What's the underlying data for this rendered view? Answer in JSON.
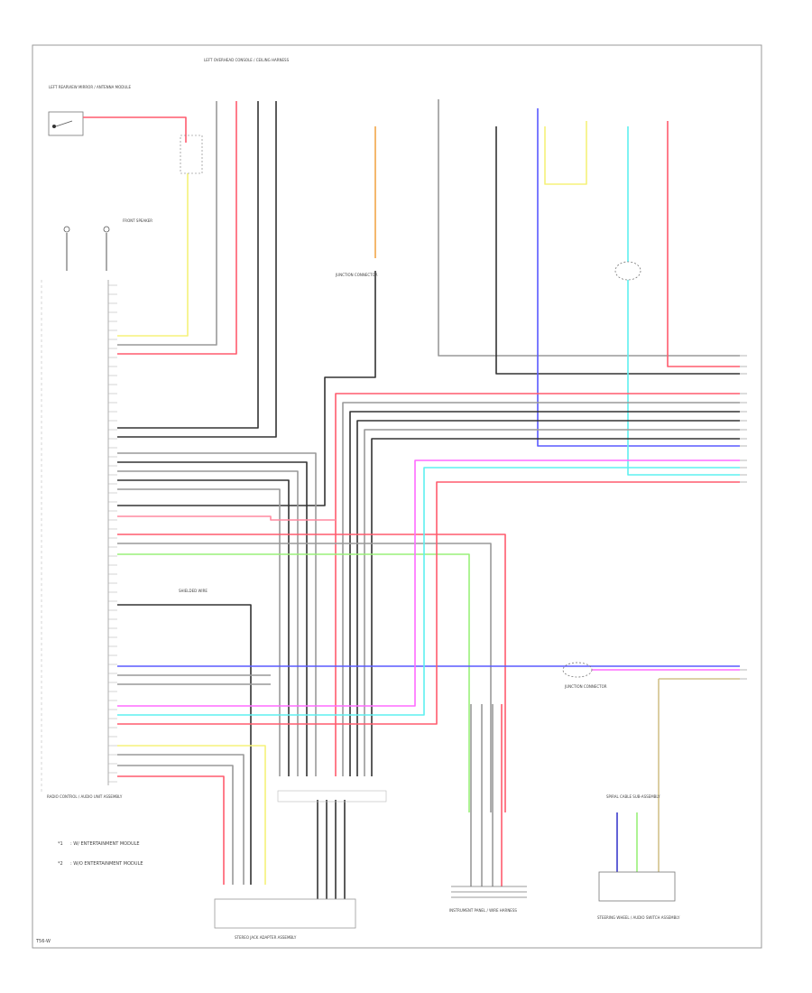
{
  "page": {
    "corner_code": "T56-W"
  },
  "colors": {
    "black": "#333333",
    "gray": "#999999",
    "red": "#ff5b6e",
    "pink": "#ff8aa0",
    "yellow": "#f5f27a",
    "orange": "#f2a64a",
    "blue": "#5a5aff",
    "cyan": "#5ef0f0",
    "magenta": "#ff6bff",
    "green": "#9af07a",
    "tan": "#d2c28a",
    "dark_blue": "#3c3ccc"
  },
  "legend": [
    {
      "marker": "*1",
      "text": ": W/ ENTERTAINMENT MODULE"
    },
    {
      "marker": "*2",
      "text": ": W/O ENTERTAINMENT MODULE"
    }
  ],
  "components": {
    "antenna_module": "LEFT REARVIEW MIRROR / ANTENNA MODULE",
    "harness_top": "LEFT OVERHEAD CONSOLE / CEILING HARNESS",
    "main_unit": "RADIO CONTROL / AUDIO UNIT ASSEMBLY",
    "stereo_jack": "STEREO JACK ADAPTER ASSEMBLY",
    "instrument_panel": "INSTRUMENT PANEL / WIRE HARNESS",
    "steering_switch": "STEERING WHEEL / AUDIO SWITCH ASSEMBLY",
    "junction_1": "JUNCTION CONNECTOR",
    "junction_2": "JUNCTION CONNECTOR",
    "shield_label": "SHIELDED WIRE",
    "spiral_cable": "SPIRAL CABLE SUB-ASSEMBLY",
    "front_speaker": "FRONT SPEAKER"
  }
}
